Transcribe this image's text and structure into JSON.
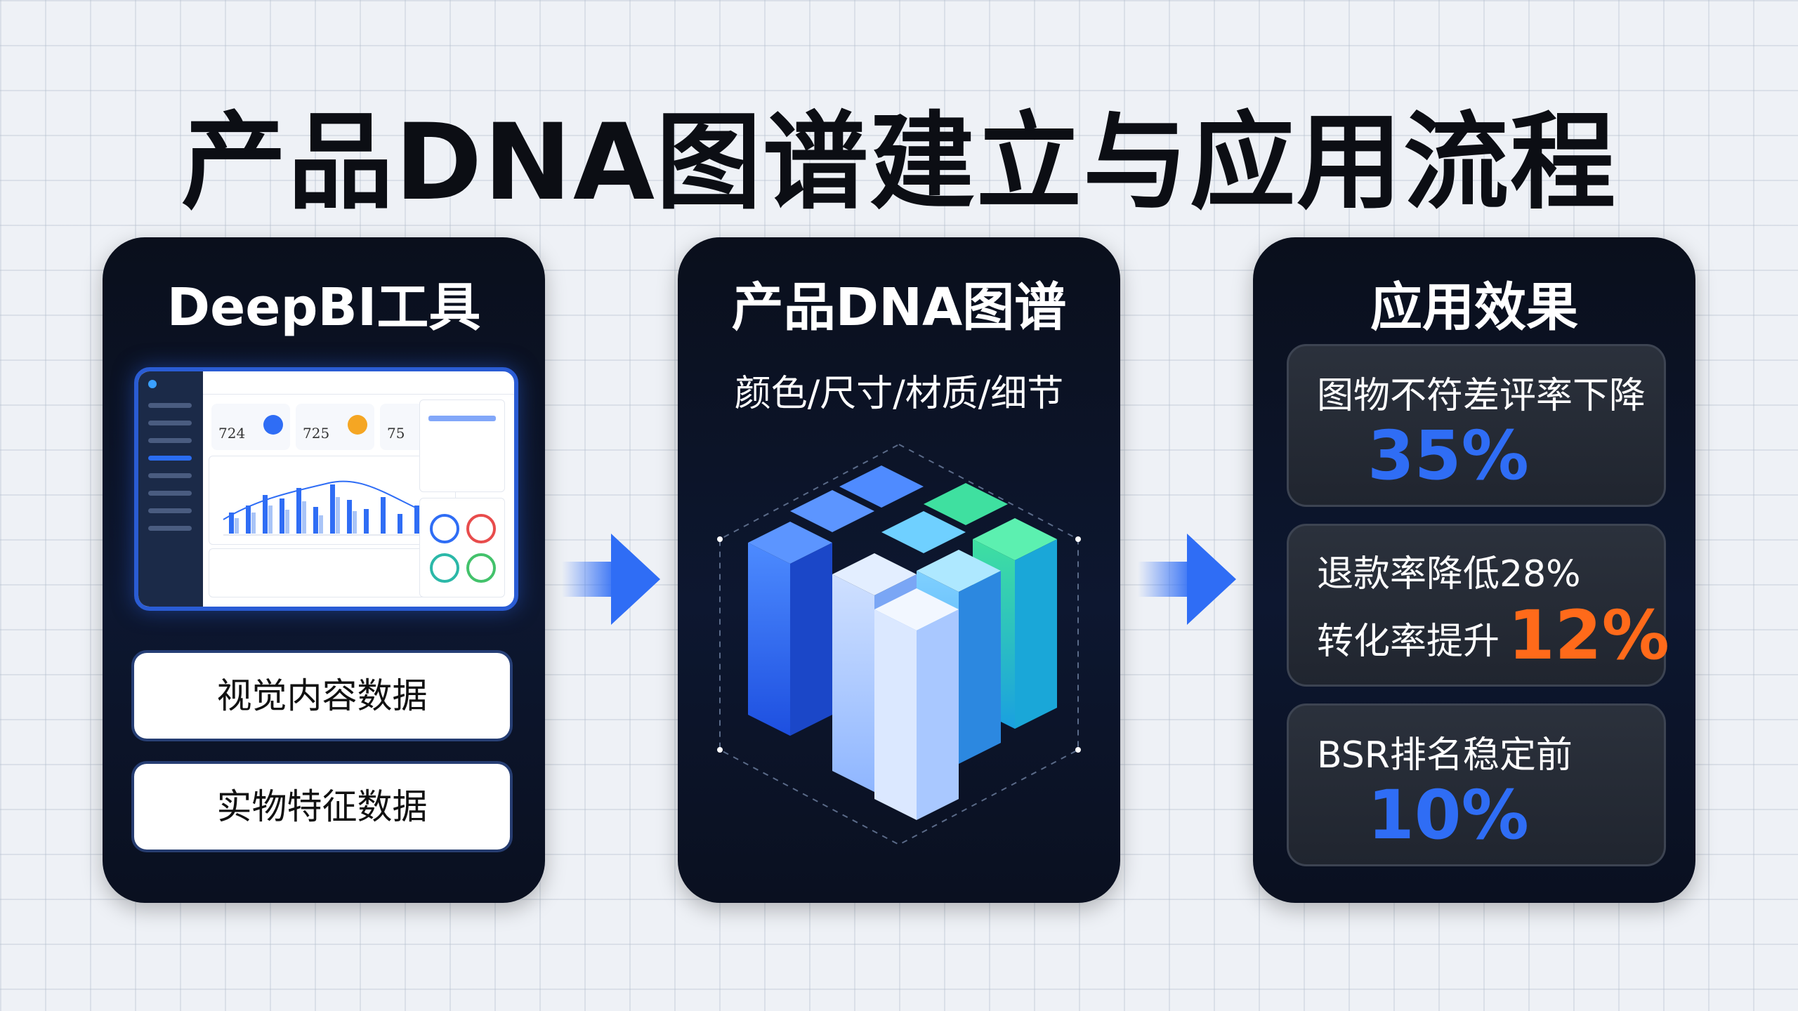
{
  "title": "产品DNA图谱建立与应用流程",
  "card1": {
    "title": "DeepBI工具",
    "stats": [
      "724",
      "725",
      "75"
    ],
    "box1": "视觉内容数据",
    "box2": "实物特征数据"
  },
  "card2": {
    "title": "产品DNA图谱",
    "subtitle": "颜色/尺寸/材质/细节"
  },
  "card3": {
    "title": "应用效果",
    "m1_label": "图物不符差评率下降",
    "m1_value": "35%",
    "m2_line1": "退款率降低28%",
    "m2_line2": "转化率提升",
    "m2_value": "12%",
    "m3_label": "BSR排名稳定前",
    "m3_value": "10%"
  },
  "colors": {
    "accent_blue": "#2f6df5",
    "accent_orange": "#ff6a1a",
    "card_bg": "#0a0f1c"
  }
}
